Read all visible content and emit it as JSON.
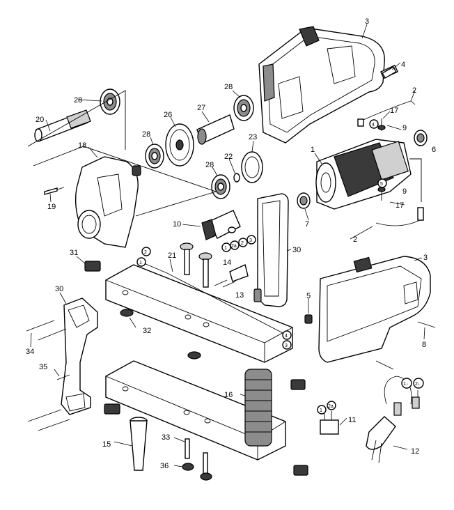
{
  "parts": {
    "p1": "1",
    "p2": "2",
    "p3": "3",
    "p4": "4",
    "p5": "5",
    "p6": "6",
    "p7": "7",
    "p8": "8",
    "p9": "9",
    "p10": "10",
    "p11": "11",
    "p12": "12",
    "p13": "13",
    "p14": "14",
    "p15": "15",
    "p16": "16",
    "p17": "17",
    "p19": "19",
    "p20": "20",
    "p21": "21",
    "p22": "22",
    "p23": "23",
    "p26": "26",
    "p27": "27",
    "p28": "28",
    "p30": "30",
    "p31": "31",
    "p32": "32",
    "p33": "33",
    "p34": "34",
    "p35": "35",
    "p36": "36",
    "p18": "18"
  },
  "wires": {
    "w1": "1",
    "w2": "2",
    "w2a": "2a",
    "w3": "3",
    "w4": "4",
    "w5": "5",
    "w1down": "1↓",
    "w2down": "2↓"
  }
}
